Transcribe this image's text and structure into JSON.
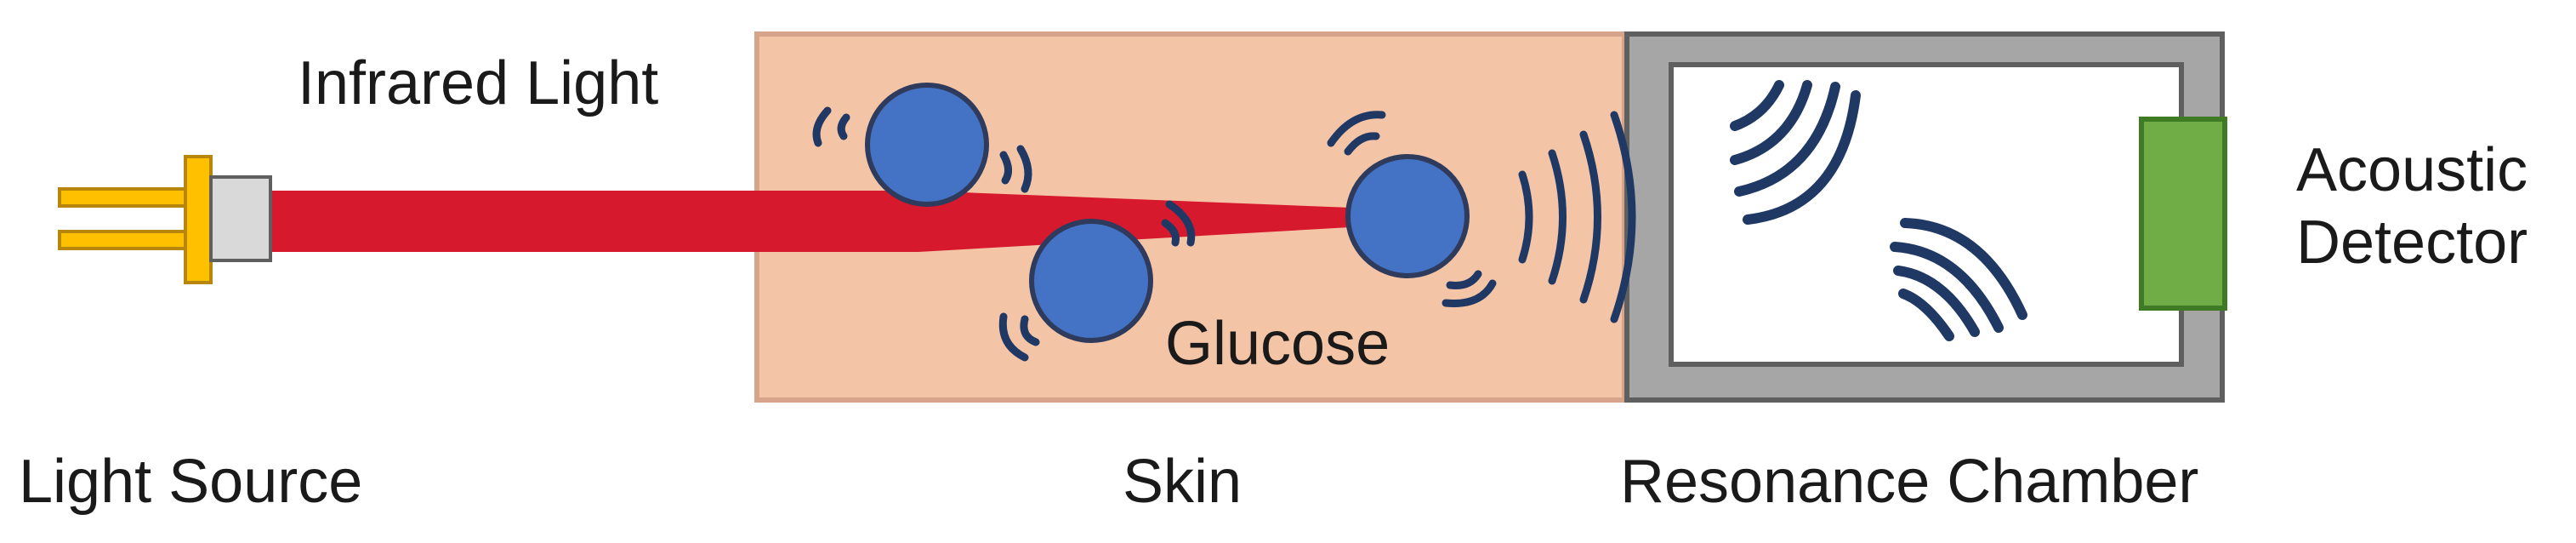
{
  "labels": {
    "infrared_light": "Infrared Light",
    "glucose": "Glucose",
    "acoustic_detector_line1": "Acoustic",
    "acoustic_detector_line2": "Detector",
    "light_source": "Light Source",
    "skin": "Skin",
    "resonance_chamber": "Resonance Chamber"
  },
  "colors": {
    "skin_fill": "#f4c4a6",
    "skin_stroke": "#d6a48a",
    "beam": "#d7192e",
    "glucose_fill": "#4472c4",
    "glucose_stroke": "#2f3b5c",
    "wave": "#1f3864",
    "chamber_frame": "#a6a6a6",
    "chamber_stroke": "#5f5f5f",
    "detector": "#70ad47",
    "detector_stroke": "#3f7a25",
    "laser_pins": "#ffc000",
    "laser_pins_stroke": "#b8860b",
    "laser_body": "#d9d9d9"
  },
  "icons": {
    "light_source": "laser-diode-icon",
    "glucose": "glucose-molecule-icon",
    "acoustic_wave": "sound-wave-icon",
    "detector": "acoustic-detector-icon"
  }
}
